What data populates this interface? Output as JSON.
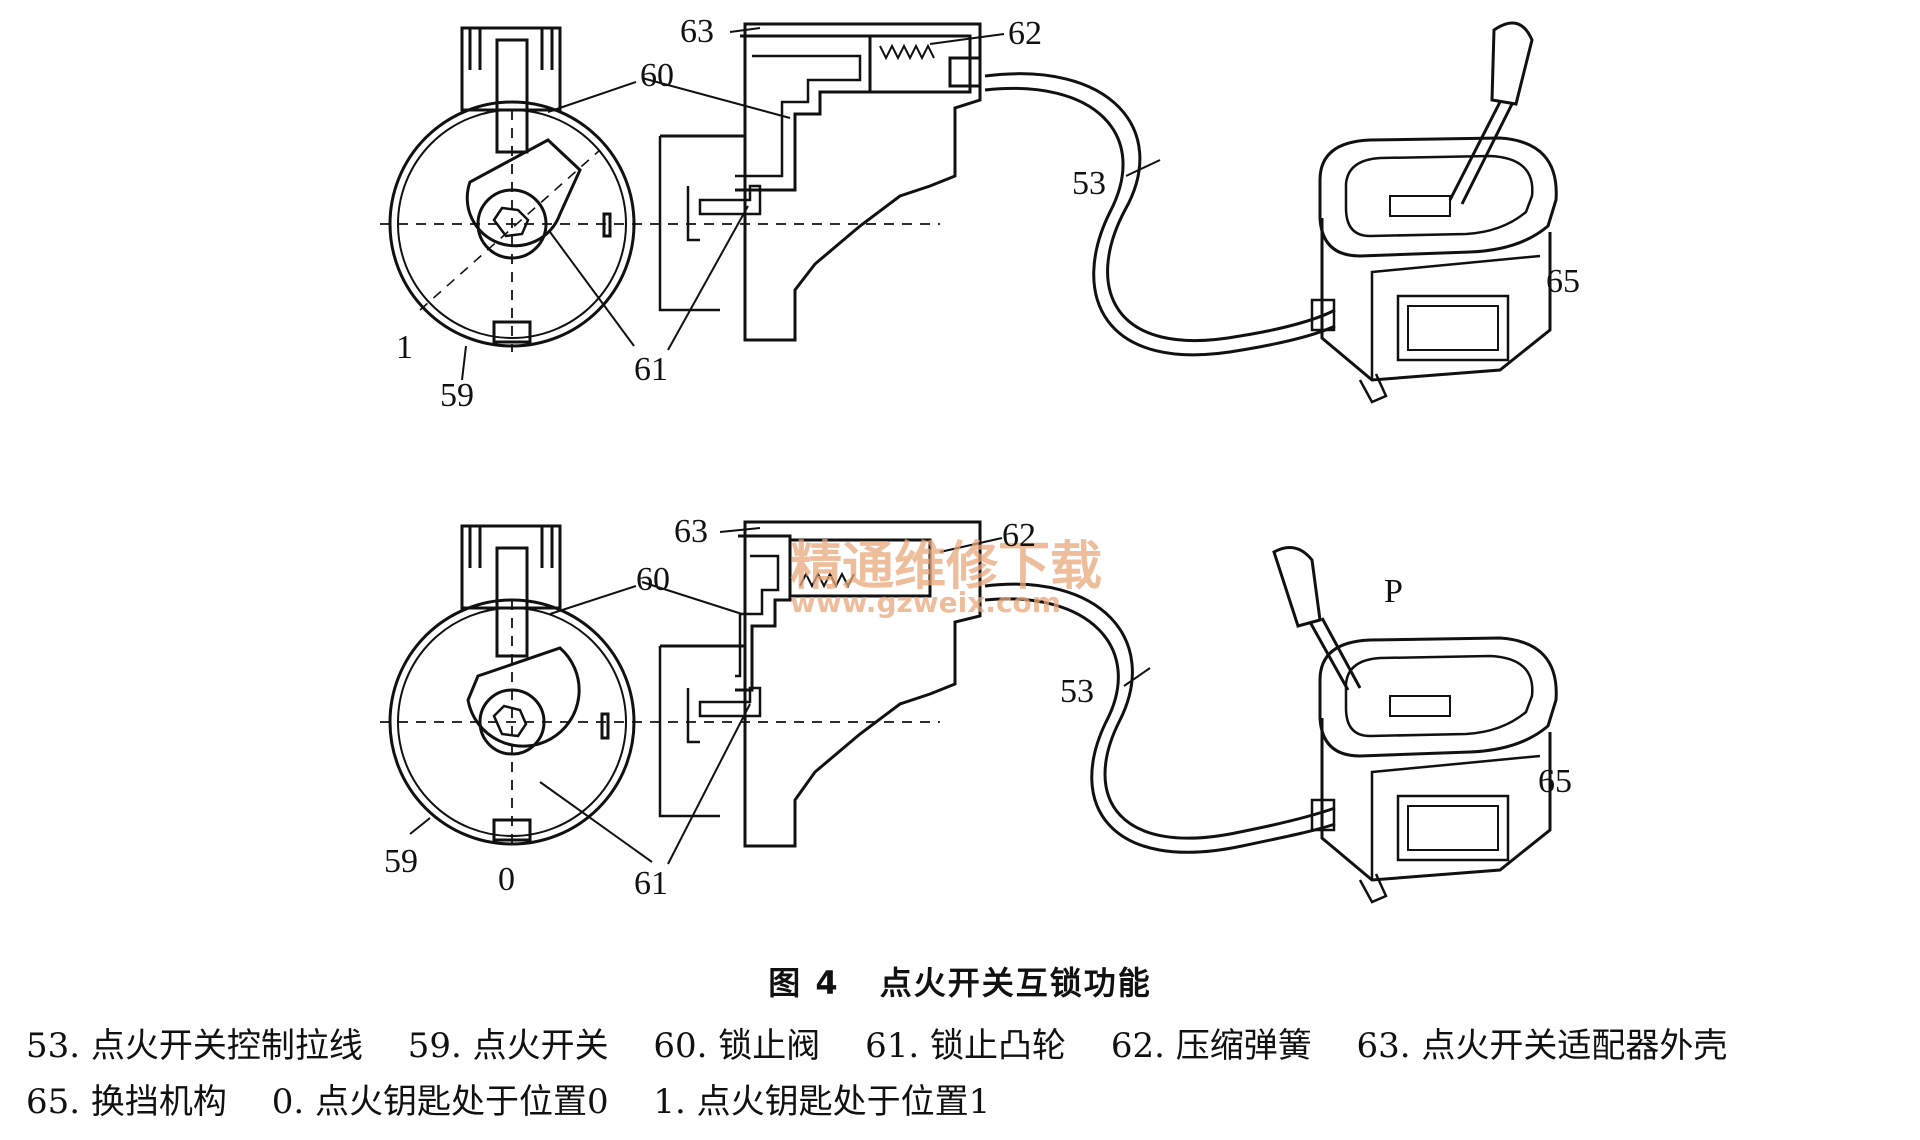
{
  "figure": {
    "caption_number": "图 4",
    "caption_title": "点火开关互锁功能"
  },
  "top_diagram": {
    "labels": {
      "l63": "63",
      "l62": "62",
      "l60": "60",
      "l53": "53",
      "l65": "65",
      "l1": "1",
      "l59": "59",
      "l61": "61"
    }
  },
  "bottom_diagram": {
    "labels": {
      "l63": "63",
      "l62": "62",
      "l60": "60",
      "l53": "53",
      "lP": "P",
      "l65": "65",
      "l59": "59",
      "l0": "0",
      "l61": "61"
    }
  },
  "watermark": {
    "cn": "精通维修下载",
    "url": "www.gzweix.com"
  },
  "legend": {
    "items": [
      "53. 点火开关控制拉线",
      "59. 点火开关",
      "60. 锁止阀",
      "61. 锁止凸轮",
      "62. 压缩弹簧",
      "63. 点火开关适配器外壳",
      "65. 换挡机构",
      "0. 点火钥匙处于位置0",
      "1. 点火钥匙处于位置1"
    ]
  },
  "colors": {
    "ink": "#111111",
    "watermark": "#e9a77a"
  }
}
